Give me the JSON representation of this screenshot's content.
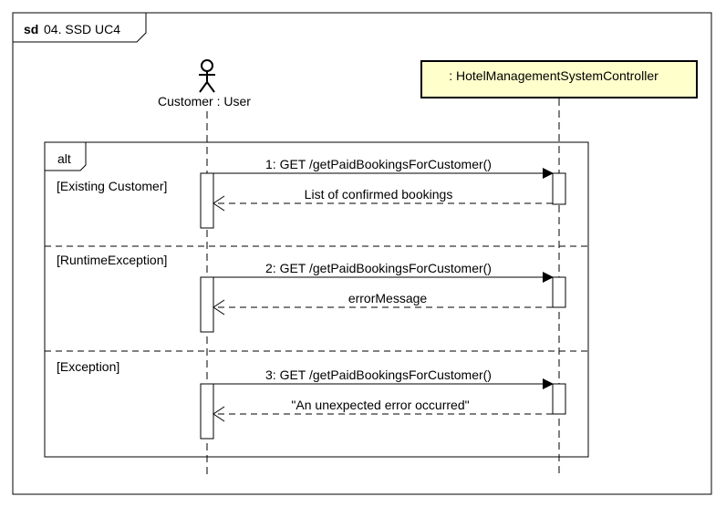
{
  "frame": {
    "keyword": "sd",
    "name": "04. SSD UC4"
  },
  "participants": {
    "actor": {
      "label": "Customer : User"
    },
    "system": {
      "label": ": HotelManagementSystemController",
      "fill": "#ffffcc"
    }
  },
  "fragment": {
    "operator": "alt",
    "operands": [
      {
        "guard": "[Existing Customer]",
        "request": "1: GET /getPaidBookingsForCustomer()",
        "reply": "List of confirmed bookings"
      },
      {
        "guard": "[RuntimeException]",
        "request": "2: GET /getPaidBookingsForCustomer()",
        "reply": "errorMessage"
      },
      {
        "guard": "[Exception]",
        "request": "3: GET /getPaidBookingsForCustomer()",
        "reply": "\"An unexpected error occurred\""
      }
    ]
  }
}
